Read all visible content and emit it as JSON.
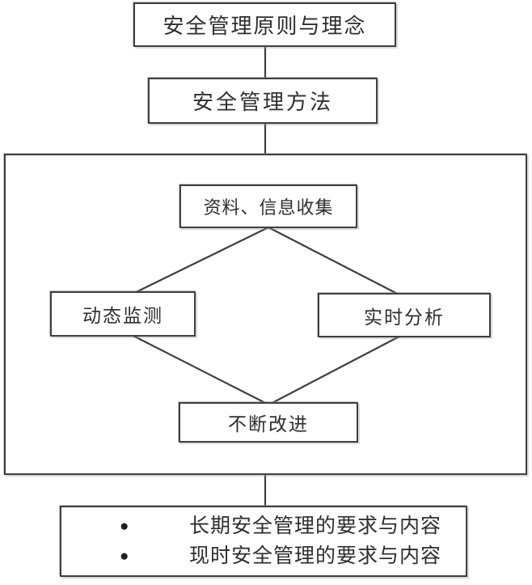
{
  "diagram": {
    "title_box": "安全管理原则与理念",
    "method_box": "安全管理方法",
    "inner": {
      "collect": "资料、信息收集",
      "monitor": "动态监测",
      "analyze": "实时分析",
      "improve": "不断改进"
    },
    "bullets": [
      {
        "marker": "●",
        "text": "长期安全管理的要求与内容"
      },
      {
        "marker": "●",
        "text": "现时安全管理的要求与内容"
      }
    ],
    "colors": {
      "border": "#3f3f3f",
      "line": "#3f3f3f",
      "text": "#2e2e2e",
      "background": "#ffffff"
    }
  }
}
